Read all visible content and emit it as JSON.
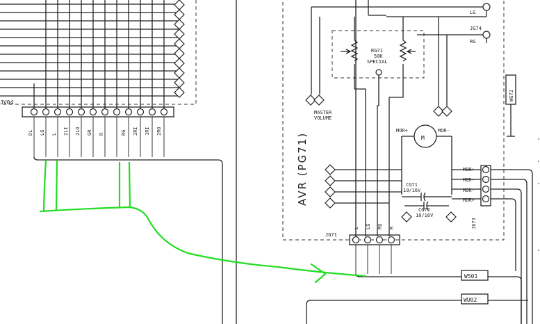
{
  "left_connector": {
    "ref": "JV04",
    "pins": [
      "DL",
      "LG",
      "L",
      "2LI",
      "2LO",
      "GR",
      "R",
      "RG",
      "2RI",
      "1RI",
      "2RO"
    ]
  },
  "module": {
    "title": "AVR (PG71)",
    "pot_ref": "RG71",
    "pot_value": "50K",
    "pot_type": "SPECIAL",
    "pot_caption": "MASTER\nVOLUME",
    "motor_plus": "MOR+",
    "motor_minus": "MOR-",
    "cap1_ref": "CG71",
    "cap1_value": "10/16V",
    "cap2_ref": "CG72",
    "cap2_value": "10/16V"
  },
  "top_right_labels": [
    "LG",
    "JG74",
    "RG"
  ],
  "wire_ref_top": "WG72",
  "jg73": {
    "ref": "JG73",
    "pins": [
      "MOR+",
      "MOR-",
      "MOR-",
      "MOR+"
    ]
  },
  "jg71": {
    "ref": "JG71",
    "pins": [
      "L",
      "LG",
      "RG",
      "R"
    ]
  },
  "wires": [
    "W501",
    "WU02"
  ],
  "annotation": {
    "color": "#22dd22",
    "meaning": "hand-drawn green arrow"
  }
}
